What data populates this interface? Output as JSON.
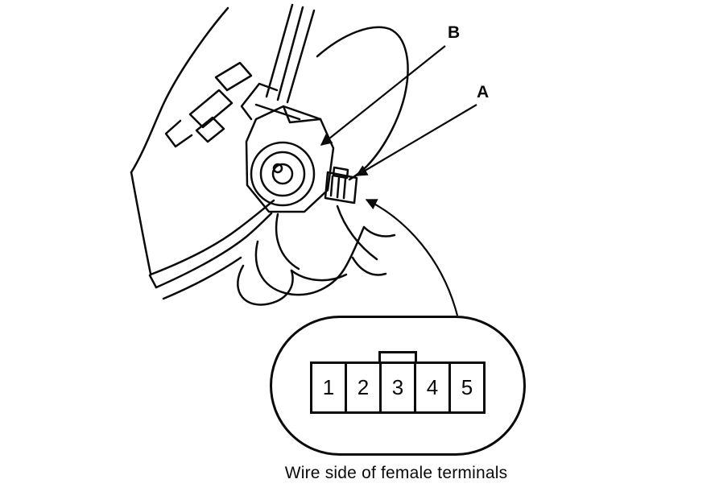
{
  "figure": {
    "callouts": {
      "a": "A",
      "b": "B"
    },
    "connector": {
      "terminals": [
        "1",
        "2",
        "3",
        "4",
        "5"
      ],
      "caption": "Wire side of female terminals"
    },
    "colors": {
      "line": "#0a0a0a",
      "background": "#ffffff"
    }
  }
}
